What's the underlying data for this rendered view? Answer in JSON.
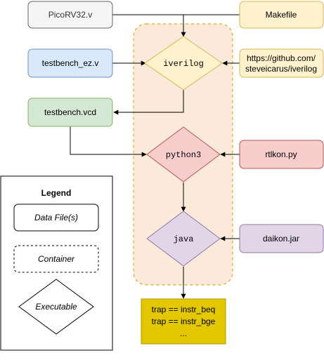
{
  "colors": {
    "gray_fill": "#f5f5f5",
    "gray_stroke": "#666666",
    "yellow_fill": "#fff2cc",
    "yellow_stroke": "#d6b656",
    "blue_fill": "#dae8fc",
    "blue_stroke": "#6c8ebf",
    "green_fill": "#d5e8d4",
    "green_stroke": "#82b366",
    "red_fill": "#f8cecc",
    "red_stroke": "#b85450",
    "purple_fill": "#e1d5e7",
    "purple_stroke": "#9673a6",
    "container_fill": "#fae2cc",
    "container_stroke": "#d79b00",
    "output_fill": "#e3c800",
    "output_stroke": "#b09500"
  },
  "nodes": {
    "picorv32": "PicoRV32.v",
    "makefile": "Makefile",
    "testbench_ez": "testbench_ez.v",
    "iverilog": "iverilog",
    "github_line1": "https://github.com/",
    "github_line2": "steveicarus/iverilog",
    "testbench_vcd": "testbench.vcd",
    "python3": "python3",
    "rtlkon": "rtlkon.py",
    "java": "java",
    "daikon": "daikon.jar",
    "output_line1": "trap == instr_beq",
    "output_line2": "trap == instr_bge",
    "output_line3": "..."
  },
  "legend": {
    "title": "Legend",
    "data_files": "Data File(s)",
    "container": "Container",
    "executable": "Executable"
  }
}
